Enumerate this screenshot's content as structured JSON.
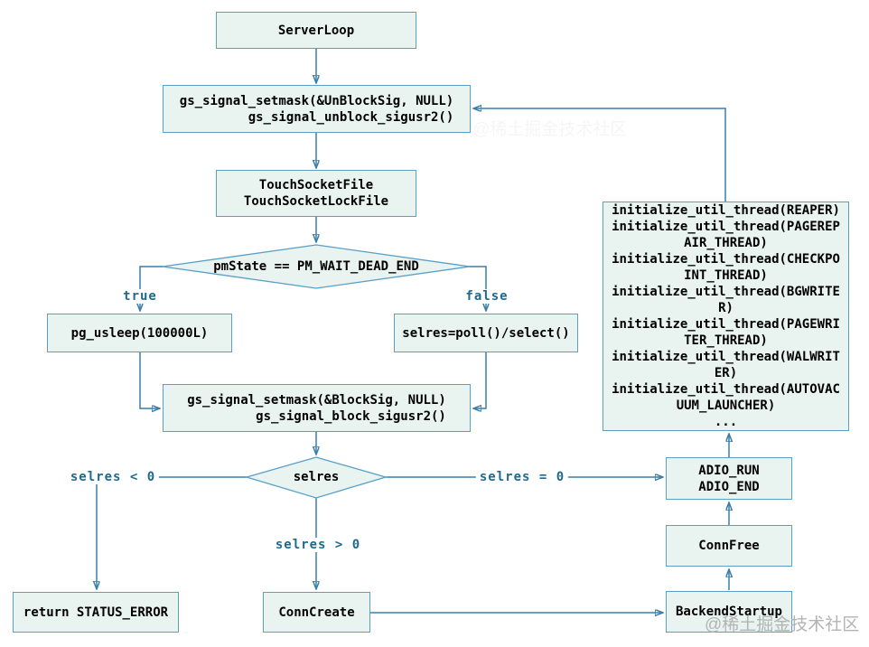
{
  "diagram": {
    "nodes": {
      "server_loop": {
        "label": "ServerLoop"
      },
      "signal_unblock": {
        "lines": [
          "gs_signal_setmask(&UnBlockSig, NULL)",
          "gs_signal_unblock_sigusr2()"
        ]
      },
      "touch_socket": {
        "lines": [
          "TouchSocketFile",
          "TouchSocketLockFile"
        ]
      },
      "pmstate_decision": {
        "label": "pmState == PM_WAIT_DEAD_END"
      },
      "pg_usleep": {
        "label": "pg_usleep(100000L)"
      },
      "selres_poll": {
        "label": "selres=poll()/select()"
      },
      "signal_block": {
        "lines": [
          "gs_signal_setmask(&BlockSig, NULL)",
          "gs_signal_block_sigusr2()"
        ]
      },
      "selres_decision": {
        "label": "selres"
      },
      "return_error": {
        "label": "return STATUS_ERROR"
      },
      "conn_create": {
        "label": "ConnCreate"
      },
      "backend_startup": {
        "label": "BackendStartup"
      },
      "conn_free": {
        "label": "ConnFree"
      },
      "adio": {
        "lines": [
          "ADIO_RUN",
          "ADIO_END"
        ]
      },
      "init_threads": {
        "lines": [
          "initialize_util_thread(REAPER)",
          "initialize_util_thread(PAGEREPAIR_THREAD)",
          "initialize_util_thread(CHECKPOINT_THREAD)",
          "initialize_util_thread(BGWRITER)",
          "initialize_util_thread(PAGEWRITER_THREAD)",
          "initialize_util_thread(WALWRITER)",
          "initialize_util_thread(AUTOVACUUM_LAUNCHER)",
          "..."
        ]
      }
    },
    "edge_labels": {
      "true_branch": "true",
      "false_branch": "false",
      "selres_lt": "selres < 0",
      "selres_eq": "selres = 0",
      "selres_gt": "selres > 0"
    },
    "watermark": "@稀土掘金技术社区",
    "colors": {
      "node_fill": "#e9f3ef",
      "node_border": "#58a0c8",
      "connector": "#3a7ea8",
      "label_text": "#1e6a8e",
      "watermark": "#b3b3b3"
    }
  }
}
